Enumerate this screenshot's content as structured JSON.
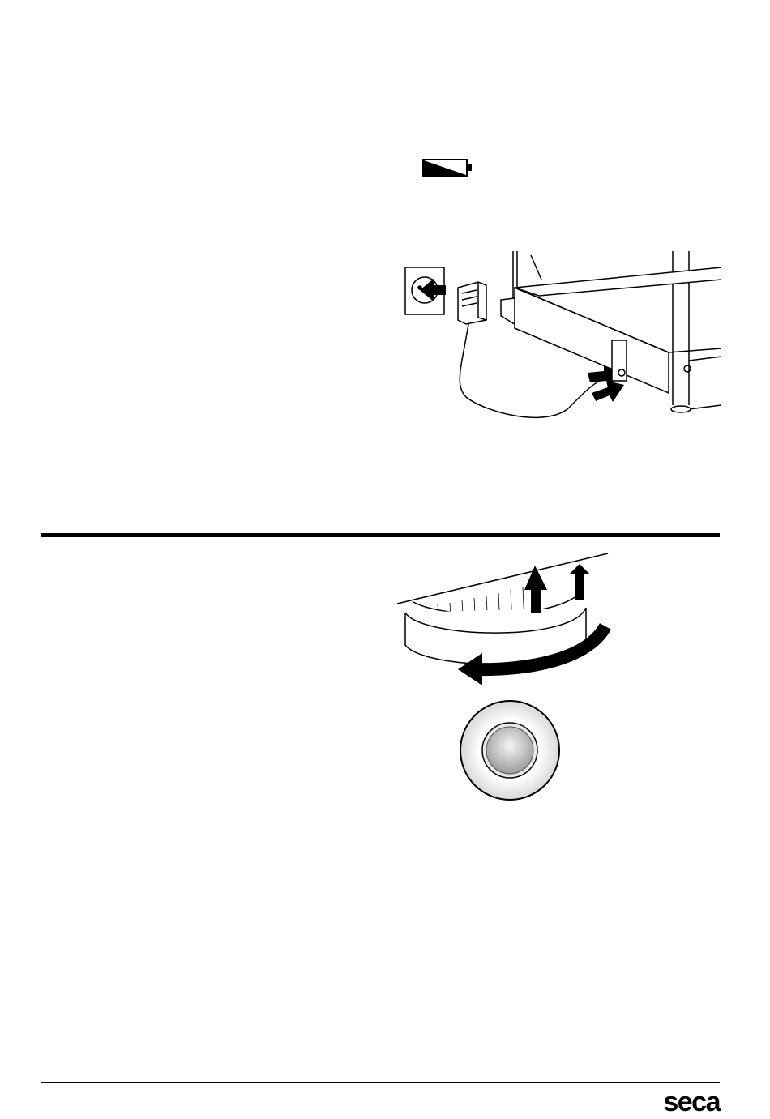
{
  "footer": {
    "brand": "seca"
  },
  "icons": {
    "battery": "battery-low-icon",
    "power": "power-adapter-illustration",
    "foot": "adjustable-foot-illustration",
    "level": "bubble-level-icon"
  },
  "colors": {
    "ink": "#000000",
    "paper": "#ffffff"
  }
}
